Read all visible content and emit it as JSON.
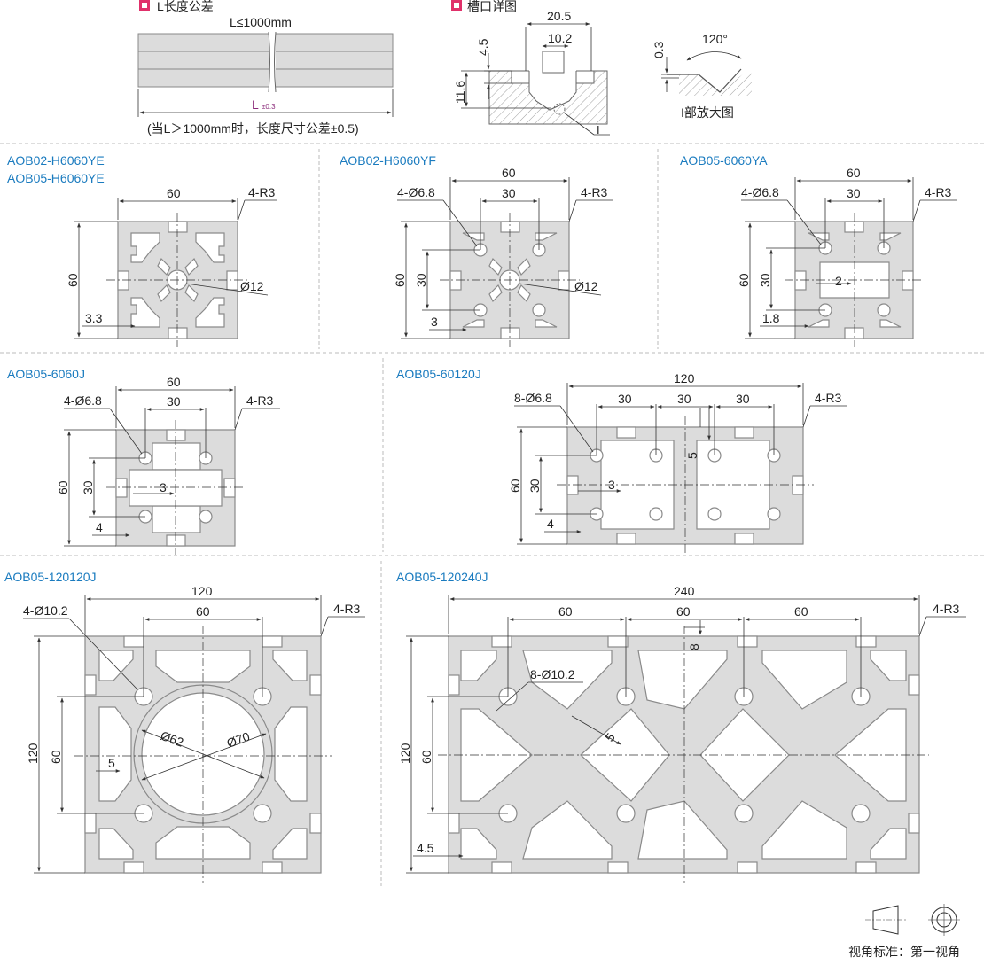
{
  "top": {
    "length_tolerance": {
      "label": "L长度公差",
      "max_length": "L≤1000mm",
      "dim_symbol": "L",
      "tol": "±0.3",
      "note": "(当L＞1000mm时，长度尺寸公差±0.5)"
    },
    "slot_detail": {
      "label": "槽口详图",
      "d_20_5": "20.5",
      "d_10_2": "10.2",
      "d_4_5": "4.5",
      "d_11_6": "11.6",
      "ref": "I"
    },
    "detail_i": {
      "d_0_3": "0.3",
      "angle": "120°",
      "caption": "I部放大图"
    }
  },
  "profiles": {
    "p1": {
      "title1": "AOB02-H6060YE",
      "title2": "AOB05-H6060YE",
      "w": "60",
      "h": "60",
      "r": "4-R3",
      "dia": "Ø12",
      "d3": "3.3"
    },
    "p2": {
      "title": "AOB02-H6060YF",
      "w": "60",
      "w2": "30",
      "holes": "4-Ø6.8",
      "r": "4-R3",
      "h": "60",
      "h2": "30",
      "dia": "Ø12",
      "d3": "3"
    },
    "p3": {
      "title": "AOB05-6060YA",
      "w": "60",
      "w2": "30",
      "holes": "4-Ø6.8",
      "r": "4-R3",
      "h": "60",
      "h2": "30",
      "d2": "2",
      "d18": "1.8"
    },
    "p4": {
      "title": "AOB05-6060J",
      "w": "60",
      "w2": "30",
      "holes": "4-Ø6.8",
      "r": "4-R3",
      "h": "60",
      "h2": "30",
      "d3": "3",
      "d4": "4"
    },
    "p5": {
      "title": "AOB05-60120J",
      "w": "120",
      "w2a": "30",
      "w2b": "30",
      "w2c": "30",
      "holes": "8-Ø6.8",
      "r": "4-R3",
      "h": "60",
      "h2": "30",
      "d3": "3",
      "d4": "4",
      "d5": "5"
    },
    "p6": {
      "title": "AOB05-120120J",
      "w": "120",
      "w2": "60",
      "holes": "4-Ø10.2",
      "r": "4-R3",
      "h": "120",
      "h2": "60",
      "d5": "5",
      "d62": "Ø62",
      "d70": "Ø70"
    },
    "p7": {
      "title": "AOB05-120240J",
      "w": "240",
      "w2a": "60",
      "w2b": "60",
      "w2c": "60",
      "holes": "8-Ø10.2",
      "r": "4-R3",
      "h": "120",
      "h2": "60",
      "d8": "8",
      "d5": "5",
      "d45": "4.5"
    }
  },
  "projection": {
    "label": "视角标准：第一视角"
  },
  "colors": {
    "title": "#1a7bbf",
    "marker": "#e0306a",
    "profile_fill": "#dcdcdc",
    "profile_edge": "#8a8a8a"
  }
}
